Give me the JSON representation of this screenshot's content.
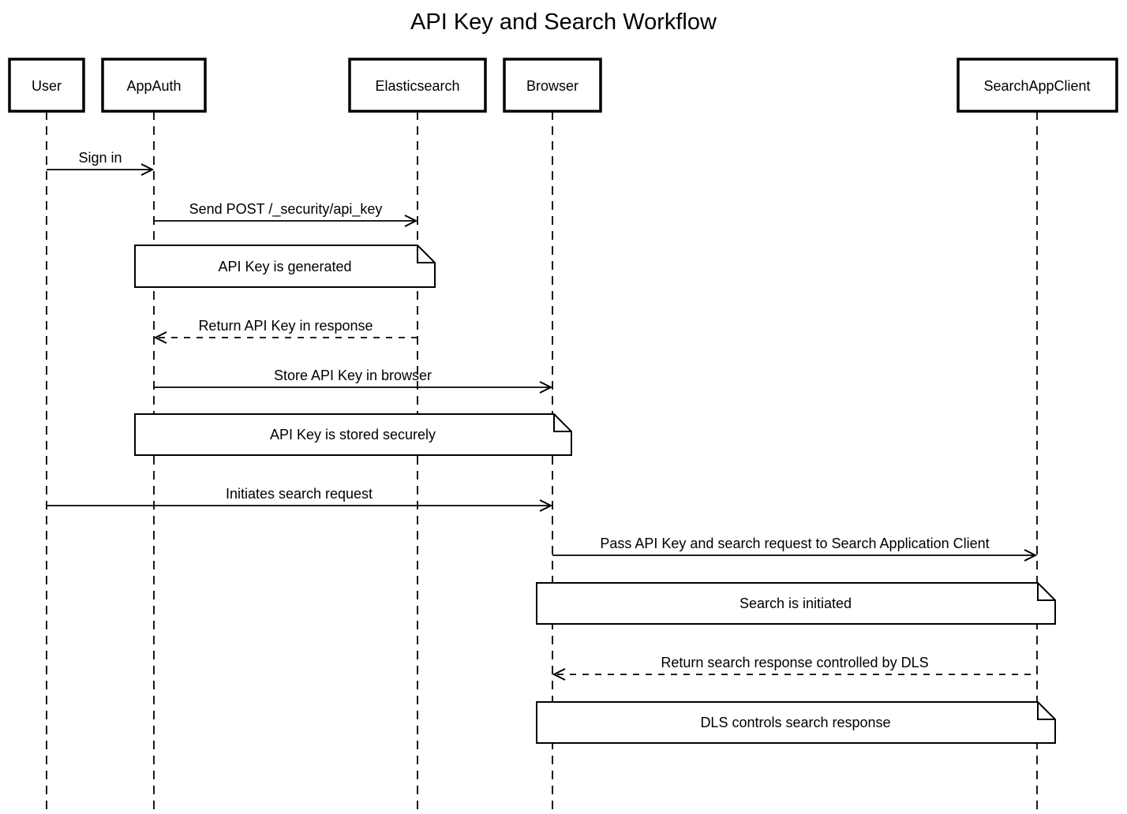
{
  "title": "API Key and Search Workflow",
  "participants": [
    {
      "name": "User"
    },
    {
      "name": "AppAuth"
    },
    {
      "name": "Elasticsearch"
    },
    {
      "name": "Browser"
    },
    {
      "name": "SearchAppClient"
    }
  ],
  "messages": [
    {
      "label": "Sign in",
      "from": "User",
      "to": "AppAuth",
      "line": "solid"
    },
    {
      "label": "Send POST /_security/api_key",
      "from": "AppAuth",
      "to": "Elasticsearch",
      "line": "solid"
    },
    {
      "label": "Return API Key in response",
      "from": "Elasticsearch",
      "to": "AppAuth",
      "line": "dashed"
    },
    {
      "label": "Store API Key in browser",
      "from": "AppAuth",
      "to": "Browser",
      "line": "solid"
    },
    {
      "label": "Initiates search request",
      "from": "User",
      "to": "Browser",
      "line": "solid"
    },
    {
      "label": "Pass API Key and search request to Search Application Client",
      "from": "Browser",
      "to": "SearchAppClient",
      "line": "solid"
    },
    {
      "label": "Return search response controlled by DLS",
      "from": "SearchAppClient",
      "to": "Browser",
      "line": "dashed"
    }
  ],
  "notes": [
    {
      "text": "API Key is generated",
      "spans": "AppAuth to Elasticsearch"
    },
    {
      "text": "API Key is stored securely",
      "spans": "AppAuth to Browser"
    },
    {
      "text": "Search is initiated",
      "spans": "Browser to SearchAppClient"
    },
    {
      "text": "DLS controls search response",
      "spans": "Browser to SearchAppClient"
    }
  ],
  "colors": {
    "line": "#000000",
    "background": "#ffffff",
    "shape_fill": "#ffffff"
  }
}
